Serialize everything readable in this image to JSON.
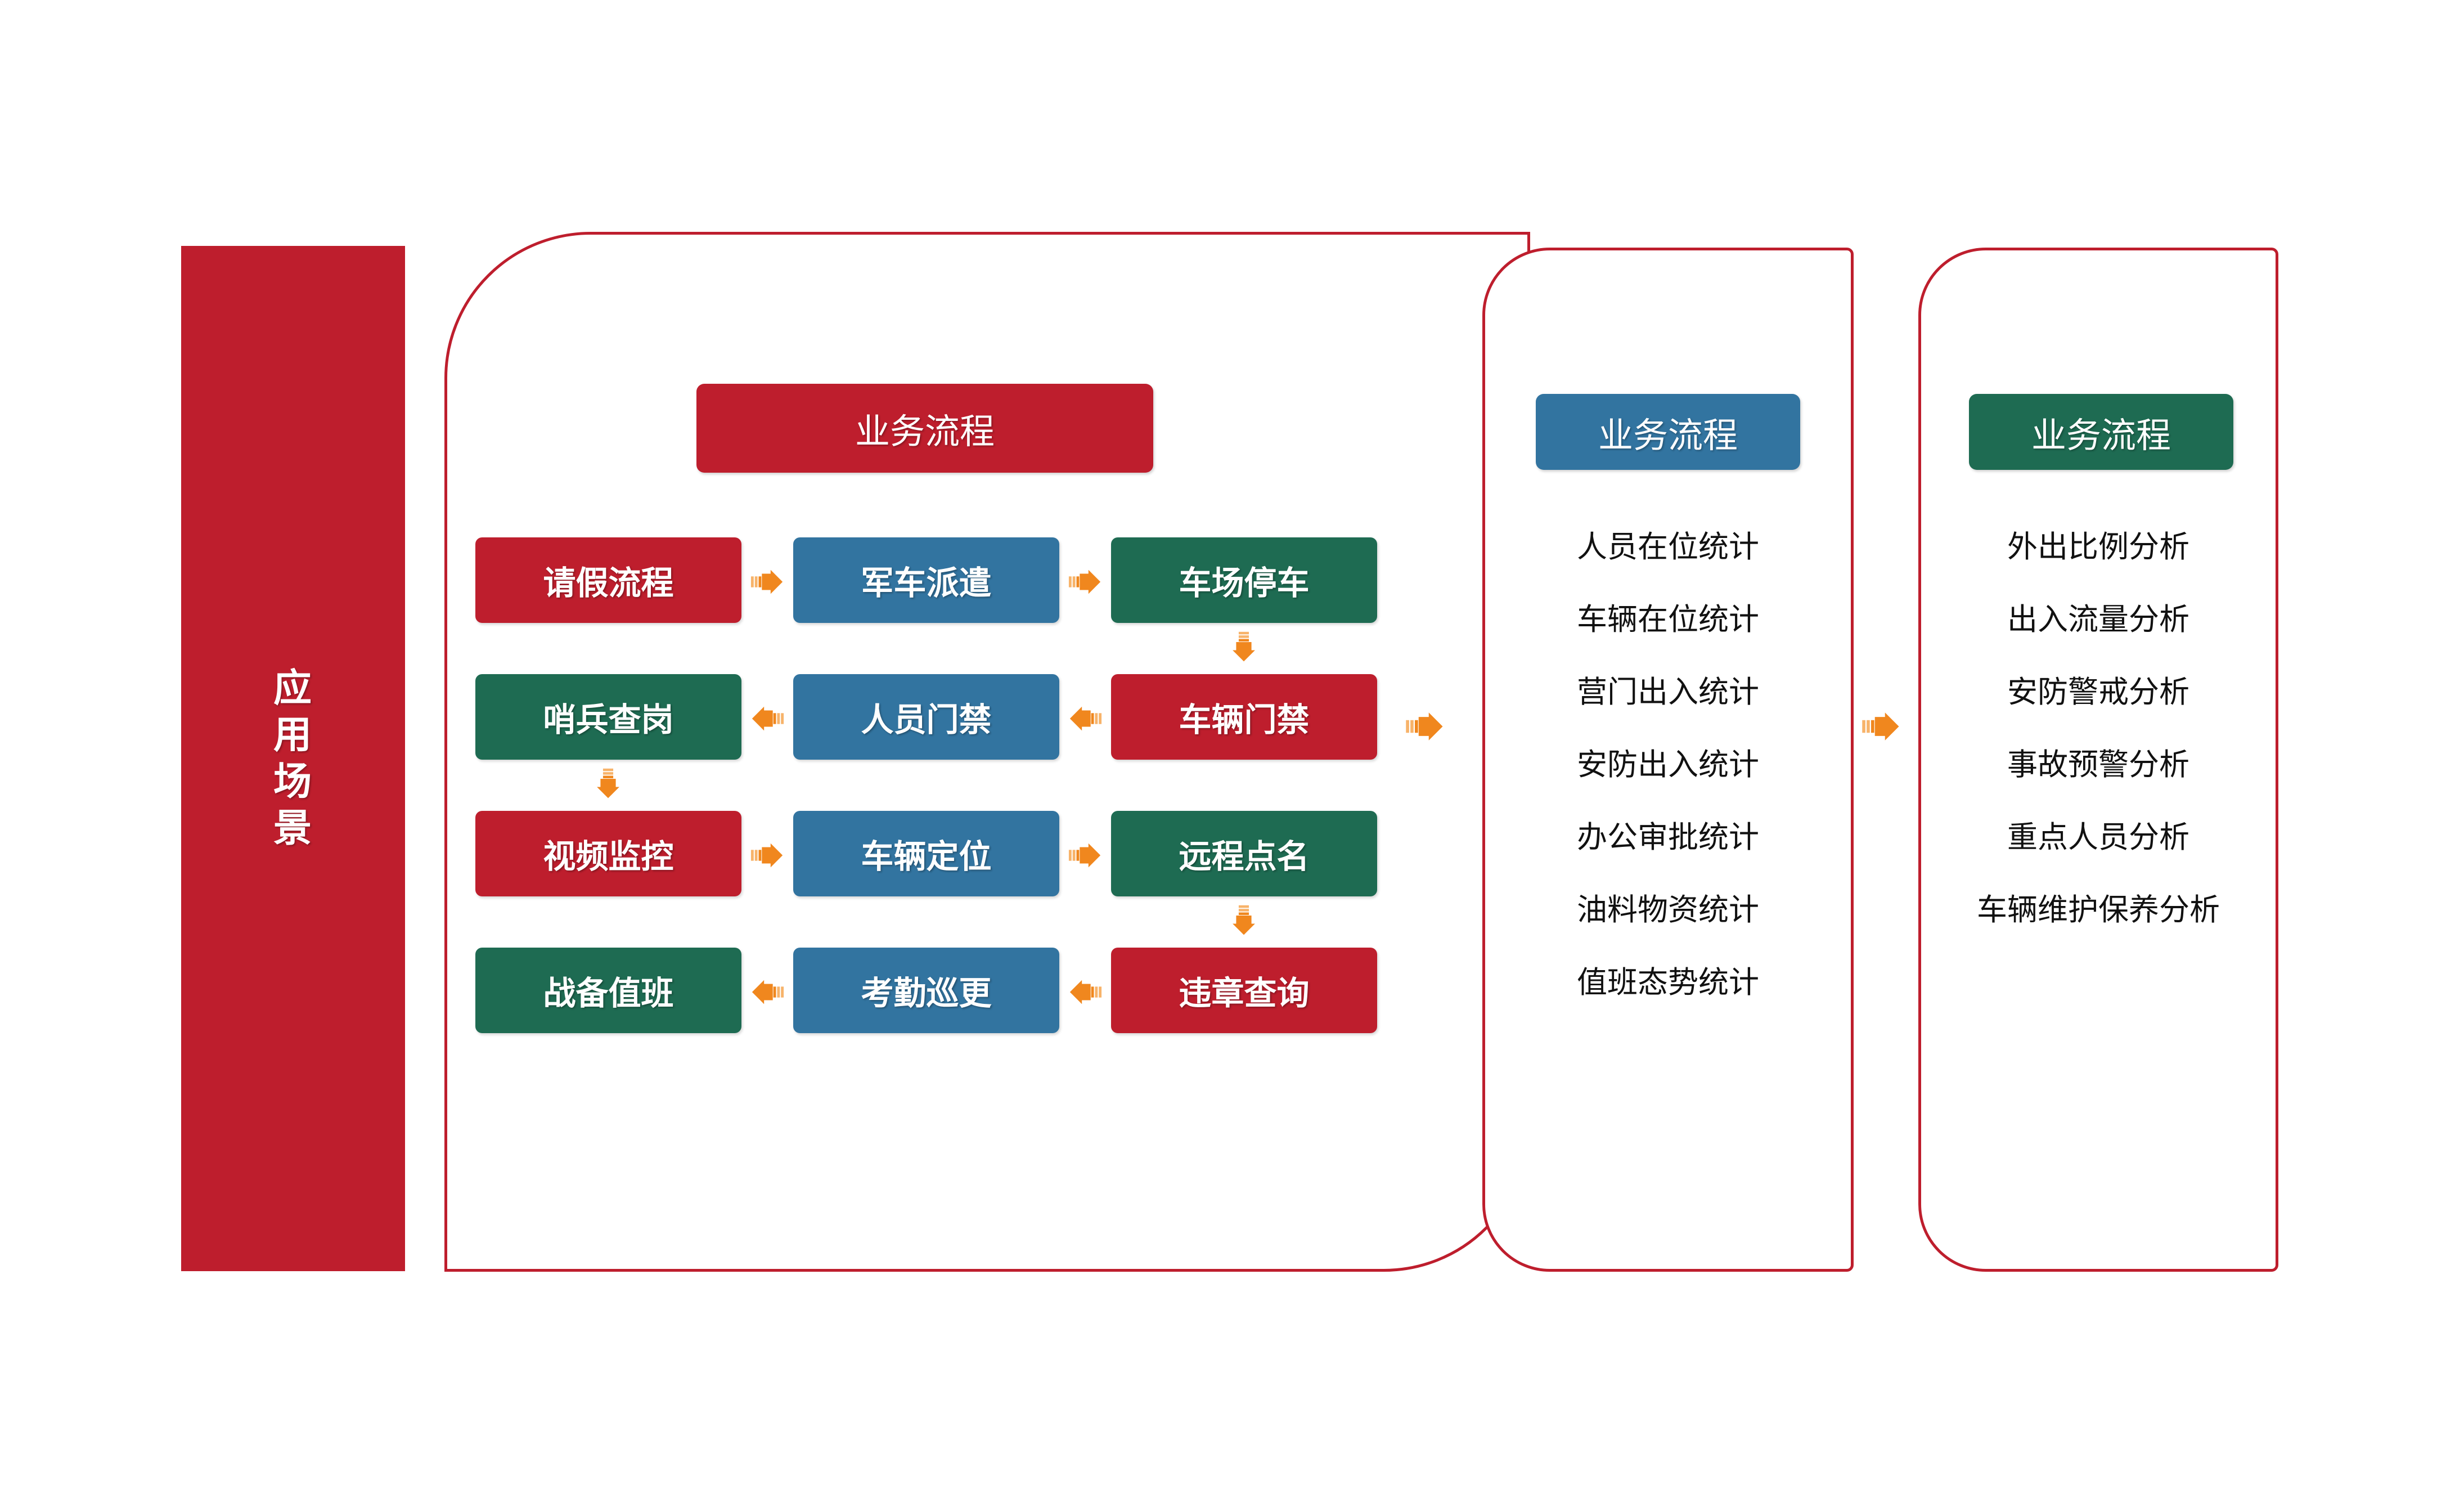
{
  "colors": {
    "red": "#BE1E2D",
    "blue": "#3274A0",
    "green": "#1E6B52",
    "arrow_orange": "#F0871E",
    "arrow_orange_light": "#F7B36A",
    "text_dark": "#111111",
    "white": "#FFFFFF"
  },
  "scenario_bar": {
    "label": "应用场景"
  },
  "flow_panel": {
    "header": "业务流程",
    "grid": [
      [
        {
          "label": "请假流程",
          "color": "red"
        },
        {
          "label": "军车派遣",
          "color": "blue"
        },
        {
          "label": "车场停车",
          "color": "green"
        }
      ],
      [
        {
          "label": "哨兵查岗",
          "color": "green"
        },
        {
          "label": "人员门禁",
          "color": "blue"
        },
        {
          "label": "车辆门禁",
          "color": "red"
        }
      ],
      [
        {
          "label": "视频监控",
          "color": "red"
        },
        {
          "label": "车辆定位",
          "color": "blue"
        },
        {
          "label": "远程点名",
          "color": "green"
        }
      ],
      [
        {
          "label": "战备值班",
          "color": "green"
        },
        {
          "label": "考勤巡更",
          "color": "blue"
        },
        {
          "label": "违章查询",
          "color": "red"
        }
      ]
    ],
    "arrows": [
      {
        "id": "r0c0-to-r0c1",
        "direction": "right"
      },
      {
        "id": "r0c1-to-r0c2",
        "direction": "right"
      },
      {
        "id": "r0c2-to-r1c2",
        "direction": "down"
      },
      {
        "id": "r1c2-to-r1c1",
        "direction": "left"
      },
      {
        "id": "r1c1-to-r1c0",
        "direction": "left"
      },
      {
        "id": "r1c0-to-r2c0",
        "direction": "down"
      },
      {
        "id": "r2c0-to-r2c1",
        "direction": "right"
      },
      {
        "id": "r2c1-to-r2c2",
        "direction": "right"
      },
      {
        "id": "r2c2-to-r3c2",
        "direction": "down"
      },
      {
        "id": "r3c2-to-r3c1",
        "direction": "left"
      },
      {
        "id": "r3c1-to-r3c0",
        "direction": "left"
      }
    ]
  },
  "stats_panel": {
    "header": "业务流程",
    "items": [
      "人员在位统计",
      "车辆在位统计",
      "营门出入统计",
      "安防出入统计",
      "办公审批统计",
      "油料物资统计",
      "值班态势统计"
    ]
  },
  "analysis_panel": {
    "header": "业务流程",
    "items": [
      "外出比例分析",
      "出入流量分析",
      "安防警戒分析",
      "事故预警分析",
      "重点人员分析",
      "车辆维护保养分析"
    ]
  },
  "connectors": {
    "flow_to_stats": "arrow-right",
    "stats_to_analysis": "arrow-right"
  }
}
